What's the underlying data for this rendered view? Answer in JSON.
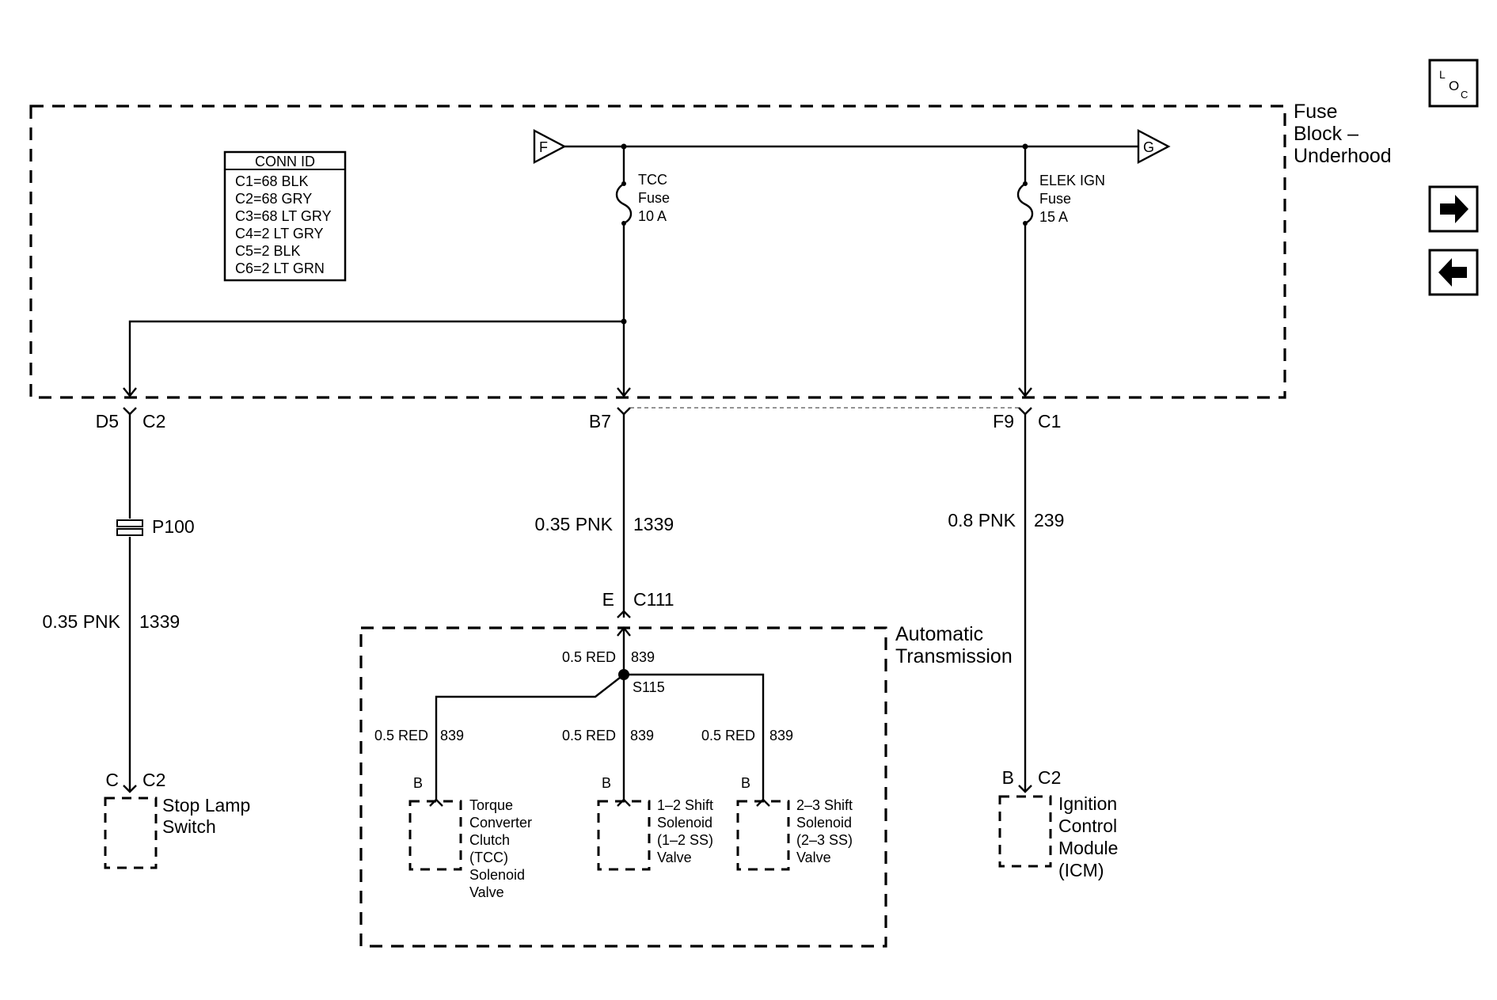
{
  "fuse_block": {
    "title_lines": [
      "Fuse",
      "Block –",
      "Underhood"
    ],
    "feed_f": "F",
    "feed_g": "G",
    "tcc_fuse": [
      "TCC",
      "Fuse",
      "10 A"
    ],
    "elek_fuse": [
      "ELEK IGN",
      "Fuse",
      "15 A"
    ]
  },
  "conn_id": {
    "header": "CONN ID",
    "rows": [
      "C1=68 BLK",
      "C2=68 GRY",
      "C3=68 LT GRY",
      "C4=2 LT GRY",
      "C5=2 BLK",
      "C6=2 LT GRN"
    ]
  },
  "left_circuit": {
    "pin": "D5",
    "conn": "C2",
    "splice": "P100",
    "wire_size": "0.35 PNK",
    "wire_num": "1339",
    "end_pin": "C",
    "end_conn": "C2",
    "component": [
      "Stop Lamp",
      "Switch"
    ]
  },
  "middle_circuit": {
    "pin": "B7",
    "wire_size": "0.35 PNK",
    "wire_num": "1339",
    "inline_pin": "E",
    "inline_conn": "C111"
  },
  "right_circuit": {
    "pin": "F9",
    "conn": "C1",
    "wire_size": "0.8 PNK",
    "wire_num": "239",
    "end_pin": "B",
    "end_conn": "C2",
    "component": [
      "Ignition",
      "Control",
      "Module",
      "(ICM)"
    ]
  },
  "transmission": {
    "title_lines": [
      "Automatic",
      "Transmission"
    ],
    "feed_size": "0.5 RED",
    "feed_num": "839",
    "splice": "S115",
    "branch_size": "0.5 RED",
    "branch_num": "839",
    "solenoids": [
      {
        "pin": "B",
        "label": [
          "Torque",
          "Converter",
          "Clutch",
          "(TCC)",
          "Solenoid",
          "Valve"
        ]
      },
      {
        "pin": "B",
        "label": [
          "1–2 Shift",
          "Solenoid",
          "(1–2 SS)",
          "Valve"
        ]
      },
      {
        "pin": "B",
        "label": [
          "2–3 Shift",
          "Solenoid",
          "(2–3 SS)",
          "Valve"
        ]
      }
    ]
  },
  "nav": {
    "loc_l": "L",
    "loc_o": "O",
    "loc_c": "C",
    "next_icon": "arrow-right-icon",
    "prev_icon": "arrow-left-icon"
  }
}
